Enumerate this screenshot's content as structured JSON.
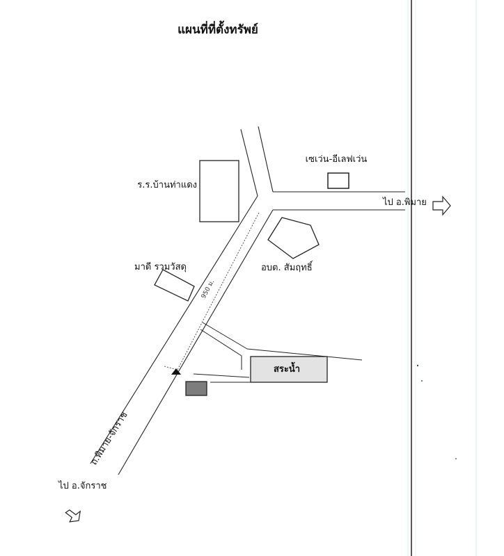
{
  "title": "แผนที่ที่ตั้งทรัพย์",
  "labels": {
    "school": "ร.ร.บ้านท่าแดง",
    "seven_eleven": "เซเว่น-อีเลฟเว่น",
    "to_phimai": "ไป อ.พิมาย",
    "subdistrict_office": "อบต. สัมฤทธิ์",
    "store": "มาดี รวมวัสดุ",
    "distance": "950 ม.",
    "pond": "สระน้ำ",
    "road_name": "ถ.พิมาย-จักราช",
    "to_chakkarat": "ไป อ.จักราช"
  },
  "colors": {
    "line": "#222222",
    "pond_fill": "#e3e3e3",
    "property_fill": "#7d7d7d",
    "margin_rule": "#555555",
    "margin_rule_faint": "#cfe6e6"
  },
  "icons": {
    "arrow_to_phimai": "hollow-arrow-right-icon",
    "arrow_to_chakkarat": "hollow-arrow-down-left-icon",
    "property_marker": "triangle-marker-icon"
  }
}
